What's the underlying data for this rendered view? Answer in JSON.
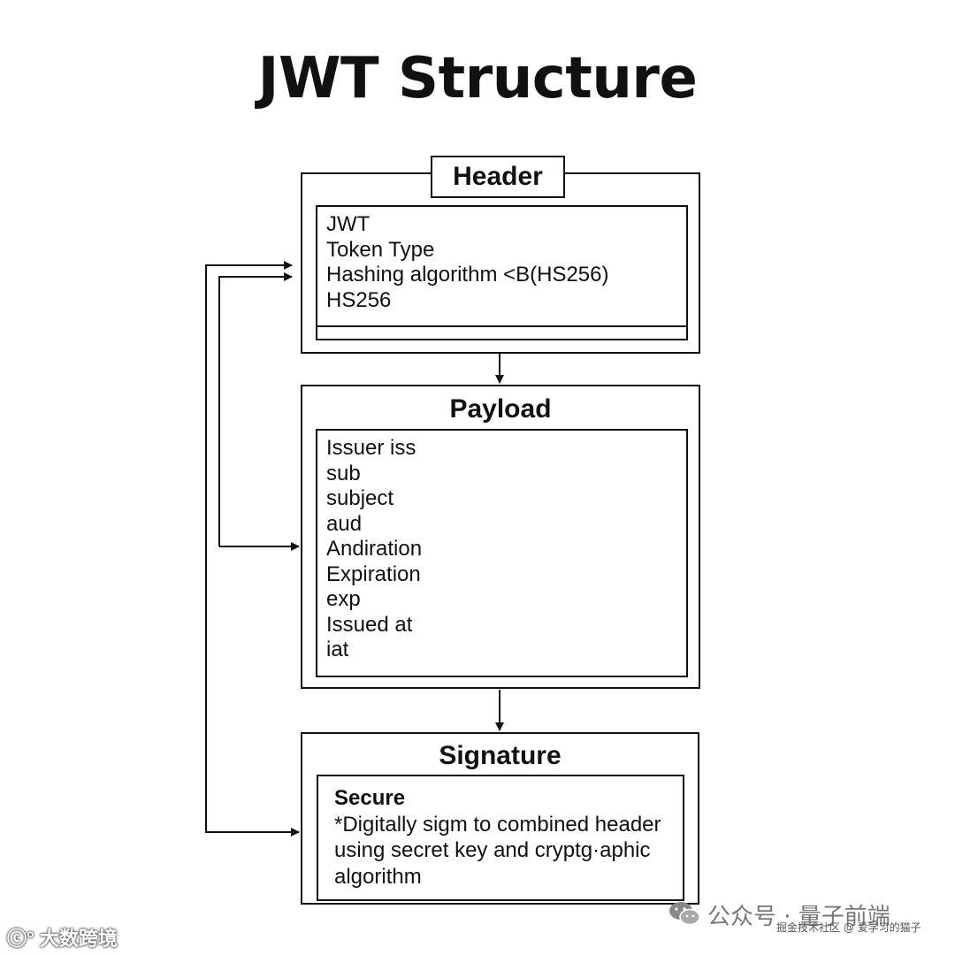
{
  "title": "JWT Structure",
  "header": {
    "title": "Header",
    "lines": [
      "JWT",
      "Token Type",
      "Hashing algorithm <B(HS256)",
      "HS256"
    ]
  },
  "payload": {
    "title": "Payload",
    "lines": [
      "Issuer iss",
      "sub",
      "subject",
      "aud",
      "Andiration",
      "Expiration",
      "exp",
      "Issued at",
      "iat"
    ]
  },
  "signature": {
    "title": "Signature",
    "heading": "Secure",
    "lines": [
      "*Digitally sigm to combined header",
      "using secret key and cryptg·aphic",
      "algorithm"
    ]
  },
  "watermarks": {
    "left": "大数跨境",
    "right_name": "公众号 · 量子前端",
    "right_sub": "掘金技术社区 @ 爱学习的猫子"
  }
}
